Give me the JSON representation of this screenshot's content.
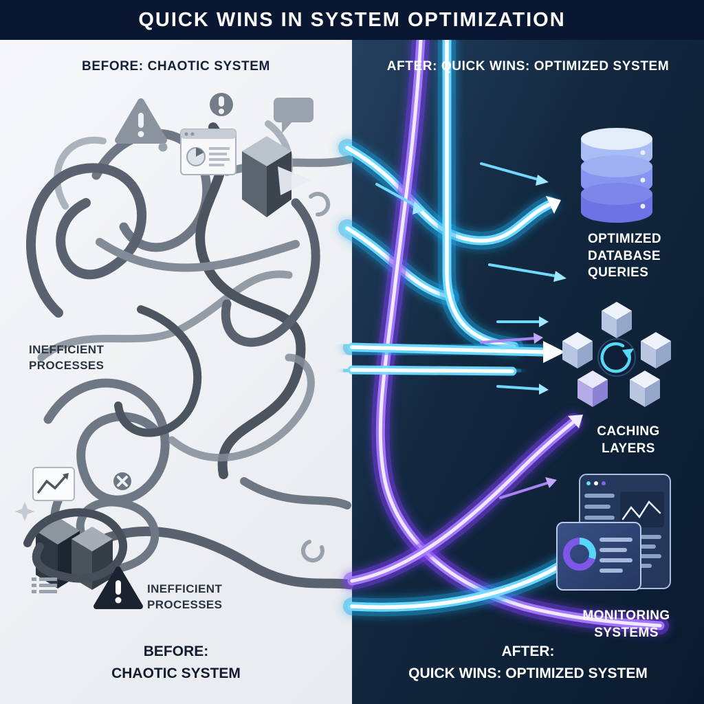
{
  "banner": {
    "title": "QUICK WINS IN SYSTEM OPTIMIZATION"
  },
  "before": {
    "heading": "BEFORE: CHAOTIC SYSTEM",
    "inefficient_label_top": "INEFFICIENT PROCESSES",
    "inefficient_label_bottom": "INEFFICIENT PROCESSES",
    "footer_line1": "BEFORE:",
    "footer_line2": "CHAOTIC SYSTEM"
  },
  "after": {
    "heading": "AFTER: QUICK WINS: OPTIMIZED SYSTEM",
    "nodes": [
      {
        "icon": "database-icon",
        "label": "OPTIMIZED DATABASE QUERIES"
      },
      {
        "icon": "caching-cubes-icon",
        "label": "CACHING LAYERS"
      },
      {
        "icon": "monitoring-dashboard-icon",
        "label": "MONITORING SYSTEMS"
      }
    ],
    "footer_line1": "AFTER:",
    "footer_line2": "QUICK WINS: OPTIMIZED SYSTEM"
  },
  "colors": {
    "banner_bg": "#0a1733",
    "before_bg": "#eef0f3",
    "after_bg": "#0e2036",
    "cyan_flow": "#4dd7fb",
    "purple_flow": "#8b5cf6",
    "heading_dark": "#15203a",
    "text_light": "#ffffff",
    "wire_gray": "#5c656f"
  }
}
